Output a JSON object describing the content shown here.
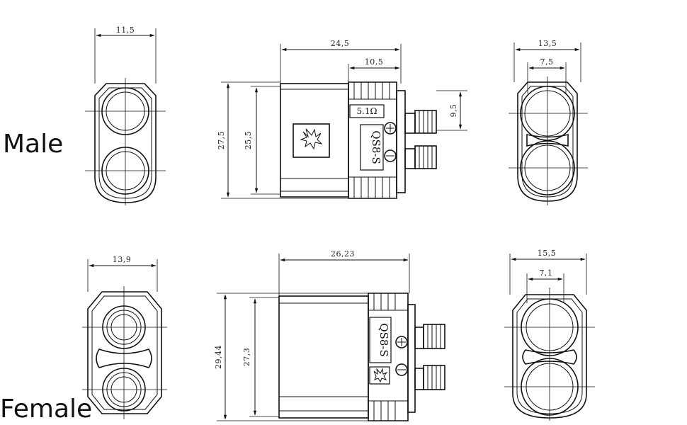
{
  "labels": {
    "male": "Male",
    "female": "Female"
  },
  "male": {
    "front_width": "11,5",
    "side_length": "24,5",
    "side_rear": "10,5",
    "side_height_outer": "27,5",
    "side_height_inner": "25,5",
    "pin_pitch": "9,5",
    "back_width": "13,5",
    "back_inner": "7,5",
    "resistor": "5.1Ω",
    "model": "QS8-S"
  },
  "female": {
    "front_width": "13,9",
    "side_length": "26,23",
    "side_height_outer": "29,44",
    "side_height_inner": "27,3",
    "back_width": "15,5",
    "back_inner": "7,1",
    "model": "QS8-S"
  }
}
